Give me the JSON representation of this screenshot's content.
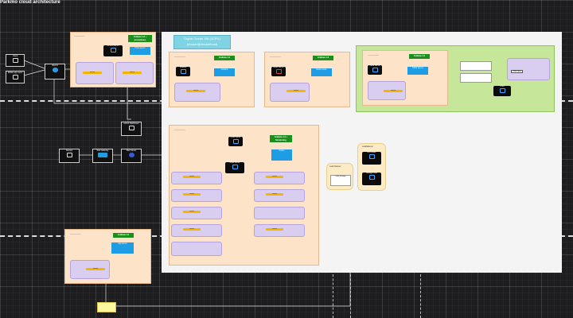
{
  "title": "Parkmo cloud architecture",
  "clients": {
    "users": "Users",
    "mobile": "Mobile app users",
    "web_lb": "Web lb",
    "admin": "Admin Dashboard",
    "web_gw": "Web Gateway",
    "web_server": "Web Server",
    "dev_team": "Devops"
  },
  "canvas": {
    "banner_line1": "Digital Ocean VM (2CPU)",
    "banner_line2": "(docker@dockerhost)"
  },
  "groups": {
    "top_left": {
      "header": "Grafana 1.2 + prometheus",
      "server": "ec-101.123.45",
      "service": "Prom server"
    },
    "vm_a": {
      "header": "Grafana 1.2",
      "server": "Grafana",
      "service": "Grafana"
    },
    "vm_b": {
      "header": "Grafana 1.2",
      "server": "Redis Server",
      "service": "Redis cache"
    },
    "vm_c": {
      "header": "Grafana 1.2",
      "server": "Kafka Server",
      "service": "Kafka Queue"
    },
    "cluster": {
      "header": "Grafana 1.2 + Monitoring",
      "server": "Node Server",
      "service": "Nodes"
    },
    "bottom_left": {
      "header": "Grafana 1.2",
      "service": "App server"
    }
  },
  "pills": [
    "service",
    "service",
    "service",
    "service",
    "service",
    "service",
    "service",
    "service",
    "service",
    "service",
    "service",
    "service",
    "service"
  ],
  "right": {
    "node_label": "Prod",
    "app_label": "Web app",
    "storage_title": "Load balancer",
    "storage_node": "Traffic Manager",
    "cluster_title": "Loadbalancer",
    "cluster_node_a": "DB Cluster",
    "cluster_node_b": "Storage node"
  }
}
